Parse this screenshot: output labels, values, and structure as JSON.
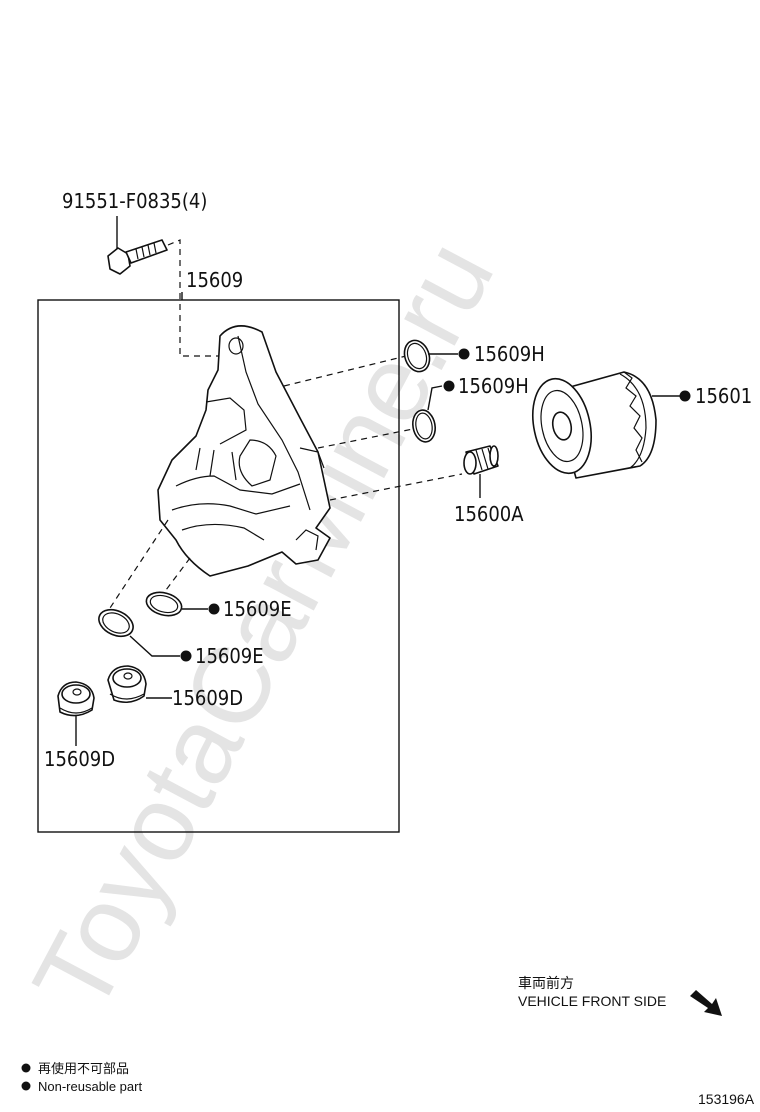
{
  "watermark": "ToyotaCarMine.ru",
  "labels": {
    "bolt": "91551-F0835(4)",
    "housing": "15609",
    "oring_h_1": "15609H",
    "oring_h_2": "15609H",
    "filter": "15601",
    "union": "15600A",
    "oring_e_1": "15609E",
    "oring_e_2": "15609E",
    "plug_d_1": "15609D",
    "plug_d_2": "15609D"
  },
  "direction": {
    "jp": "車両前方",
    "en": "VEHICLE FRONT SIDE"
  },
  "legend": {
    "jp": "再使用不可部品",
    "en": "Non-reusable part"
  },
  "figure_code": "153196A"
}
